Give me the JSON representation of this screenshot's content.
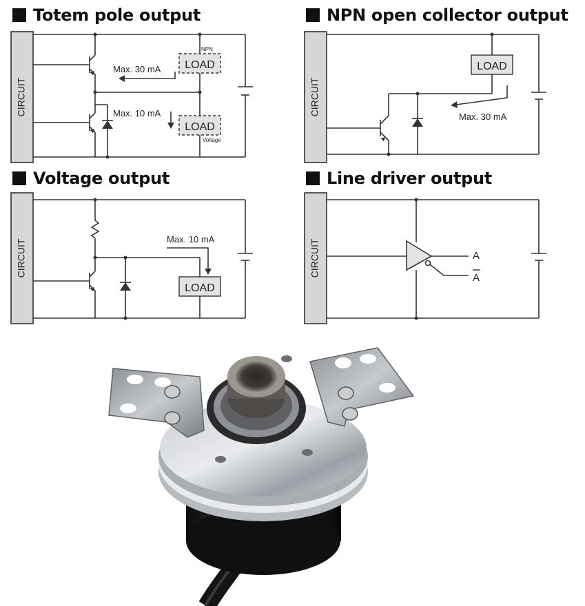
{
  "panels": {
    "totem": {
      "title": "Totem pole output",
      "circuit_label": "CIRCUIT",
      "npn_tag": "NPN",
      "voltage_tag": "Voltage",
      "load_label": "LOAD",
      "current_top": "Max. 30 mA",
      "current_bottom": "Max. 10 mA"
    },
    "npn": {
      "title": "NPN open collector output",
      "circuit_label": "CIRCUIT",
      "load_label": "LOAD",
      "current": "Max. 30 mA"
    },
    "voltage": {
      "title": "Voltage output",
      "circuit_label": "CIRCUIT",
      "load_label": "LOAD",
      "current": "Max. 10 mA"
    },
    "line": {
      "title": "Line driver output",
      "circuit_label": "CIRCUIT",
      "output_a": "A",
      "output_a_bar": "A"
    }
  },
  "colors": {
    "ink": "#111111",
    "wire": "#333333",
    "circuit_block": "#d6d6d6",
    "load_fill": "#e3e3e3"
  }
}
